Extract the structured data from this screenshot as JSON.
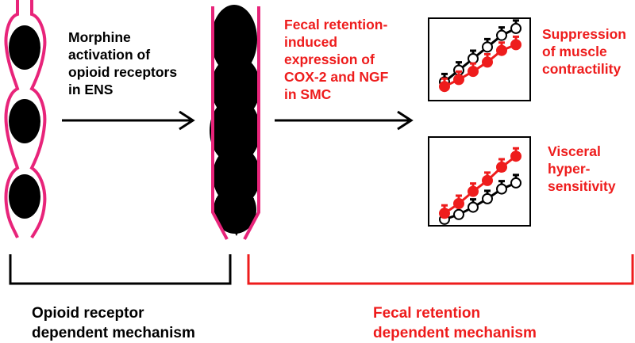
{
  "colors": {
    "tissue_wall": "#e8247a",
    "accent_red": "#ee1c1c",
    "ink": "#000000"
  },
  "texts": {
    "step1_lines": [
      "Morphine",
      "activation of",
      "opioid receptors",
      "in ENS"
    ],
    "step2_lines": [
      "Fecal retention-",
      "induced",
      "expression of",
      "COX-2 and NGF",
      "in SMC"
    ],
    "outcome1_lines": [
      "Suppression",
      "of muscle",
      "contractility"
    ],
    "outcome2_lines": [
      "Visceral",
      "hyper-",
      "sensitivity"
    ],
    "bracket1_lines": [
      "Opioid receptor",
      "dependent mechanism"
    ],
    "bracket2_lines": [
      "Fecal retention",
      "dependent mechanism"
    ]
  },
  "chart_data": [
    {
      "type": "line",
      "series": [
        {
          "color": "#000000",
          "marker": "open-circle",
          "values": [
            1.0,
            2.0,
            3.0,
            4.0,
            5.0,
            5.6
          ]
        },
        {
          "color": "#ee1c1c",
          "marker": "filled-circle",
          "values": [
            0.6,
            1.2,
            1.9,
            2.7,
            3.7,
            4.2
          ]
        }
      ]
    },
    {
      "type": "line",
      "series": [
        {
          "color": "#000000",
          "marker": "open-circle",
          "values": [
            0.2,
            0.6,
            1.2,
            1.9,
            2.7,
            3.2
          ]
        },
        {
          "color": "#ee1c1c",
          "marker": "filled-circle",
          "values": [
            0.7,
            1.5,
            2.5,
            3.4,
            4.5,
            5.4
          ]
        }
      ]
    }
  ]
}
